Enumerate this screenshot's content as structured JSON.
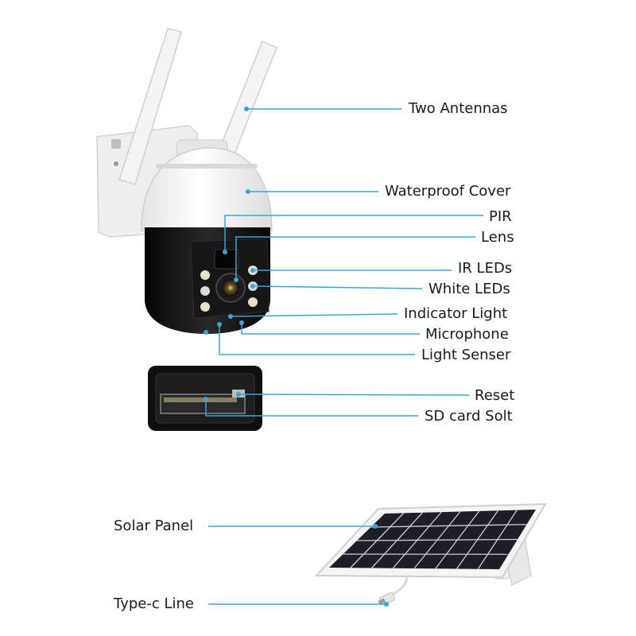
{
  "callouts": {
    "two_antennas": "Two Antennas",
    "waterproof_cover": "Waterproof Cover",
    "pir": "PIR",
    "lens": "Lens",
    "ir_leds": "IR LEDs",
    "white_leds": "White LEDs",
    "indicator_light": "Indicator Light",
    "microphone": "Microphone",
    "light_senser": "Light Senser",
    "reset": "Reset",
    "sd_card_slot": "SD card Solt",
    "solar_panel": "Solar Panel",
    "type_c_line": "Type-c Line"
  },
  "colors": {
    "leader_line": "#3aa6d8",
    "camera_body": "#f2f2f2",
    "camera_head": "#111111",
    "solar_cell": "#1c1f26"
  }
}
